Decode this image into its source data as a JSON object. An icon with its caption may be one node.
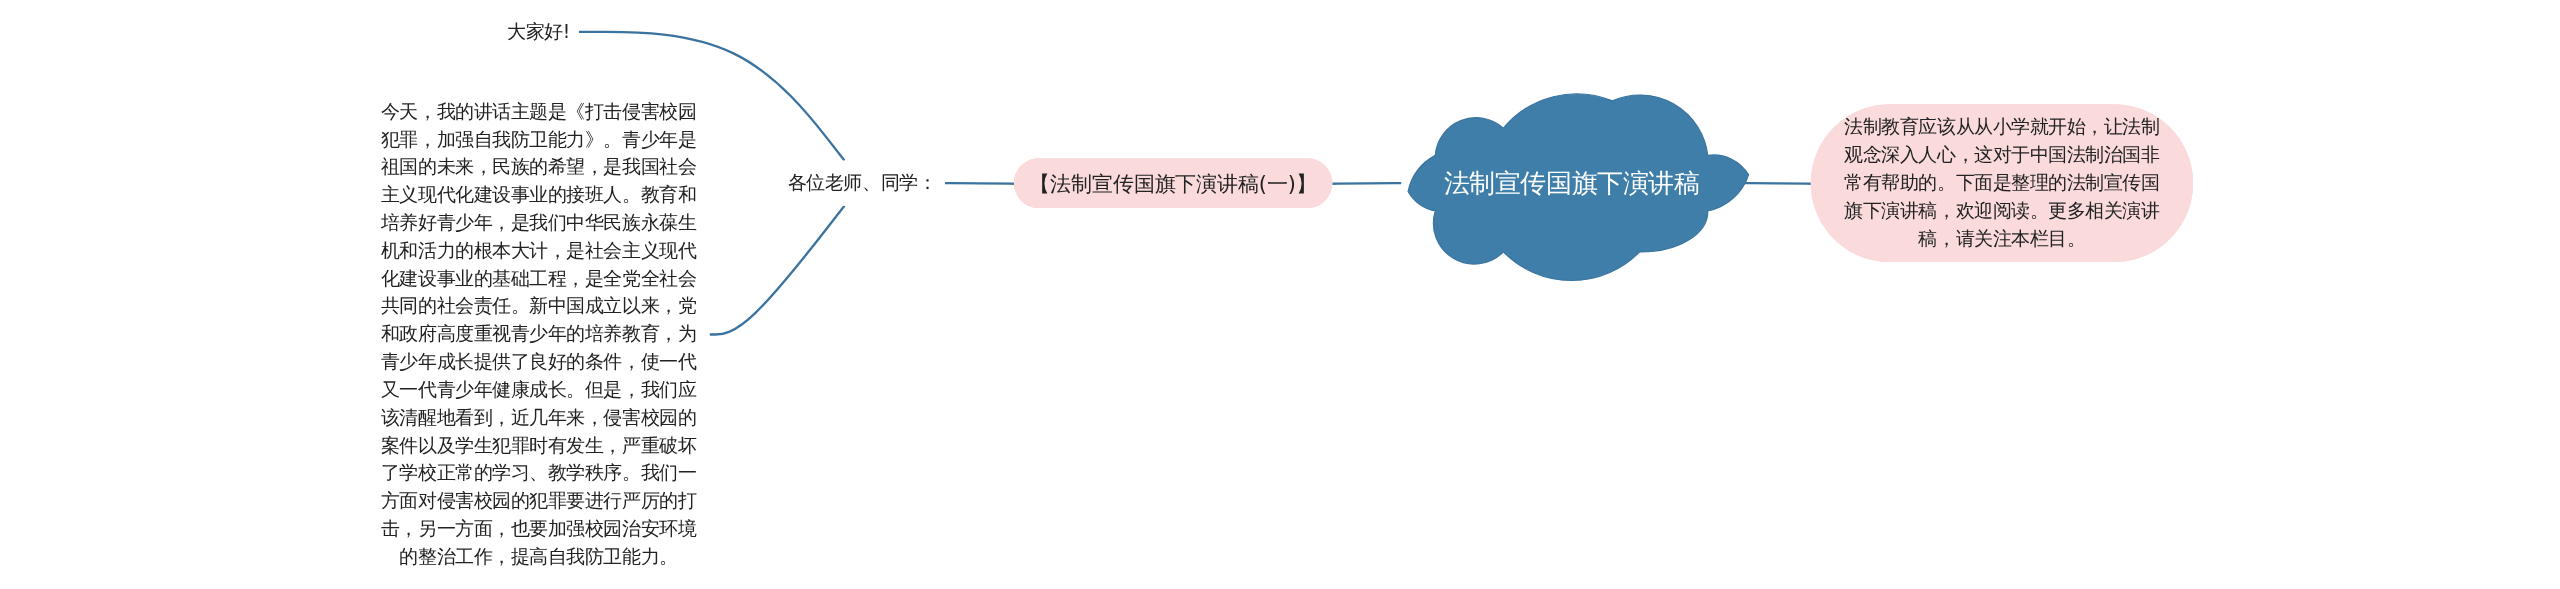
{
  "diagram": {
    "nodes": [
      {
        "text": [
          "法制宣传国旗下演讲稿"
        ]
      },
      {
        "text": [
          "法制教育应该从从小学就开始，让法制观念深入人心，这对于中国法制治国非常有帮助的。下面是整理的法制宣传国旗下演讲稿，欢迎阅读。更多相关演讲稿，请关注本栏目。"
        ]
      },
      {
        "text": [
          "【法制宣传国旗下演讲稿(一)】"
        ]
      },
      {
        "text": [
          "各位老师、同学："
        ]
      },
      {
        "text": [
          "大家好!"
        ]
      },
      {
        "text": [
          "今天，我的讲话主题是《打击侵害校园犯罪，加强自我防卫能力》。青少年是祖国的未来，民族的希望，是我国社会主义现代化建设事业的接班人。教育和培养好青少年，是我们中华民族永葆生机和活力的根本大计，是社会主义现代化建设事业的基础工程，是全党全社会共同的社会责任。新中国成立以来，党和政府高度重视青少年的培养教育，为青少年成长提供了良好的条件，使一代又一代青少年健康成长。但是，我们应该清醒地看到，近几年来，侵害校园的案件以及学生犯罪时有发生，严重破坏了学校正常的学习、教学秩序。我们一方面对侵害校园的犯罪要进行严厉的打击，另一方面，也要加强校园治安环境的整治工作，提高自我防卫能力。"
        ]
      }
    ],
    "edges": [
      {
        "from": 0,
        "to": 1,
        "arrow": "none"
      },
      {
        "from": 0,
        "to": 2,
        "arrow": "none"
      },
      {
        "from": 2,
        "to": 3,
        "arrow": "none"
      },
      {
        "from": 3,
        "to": 4,
        "arrow": "none"
      },
      {
        "from": 3,
        "to": 5,
        "arrow": "none"
      }
    ]
  }
}
